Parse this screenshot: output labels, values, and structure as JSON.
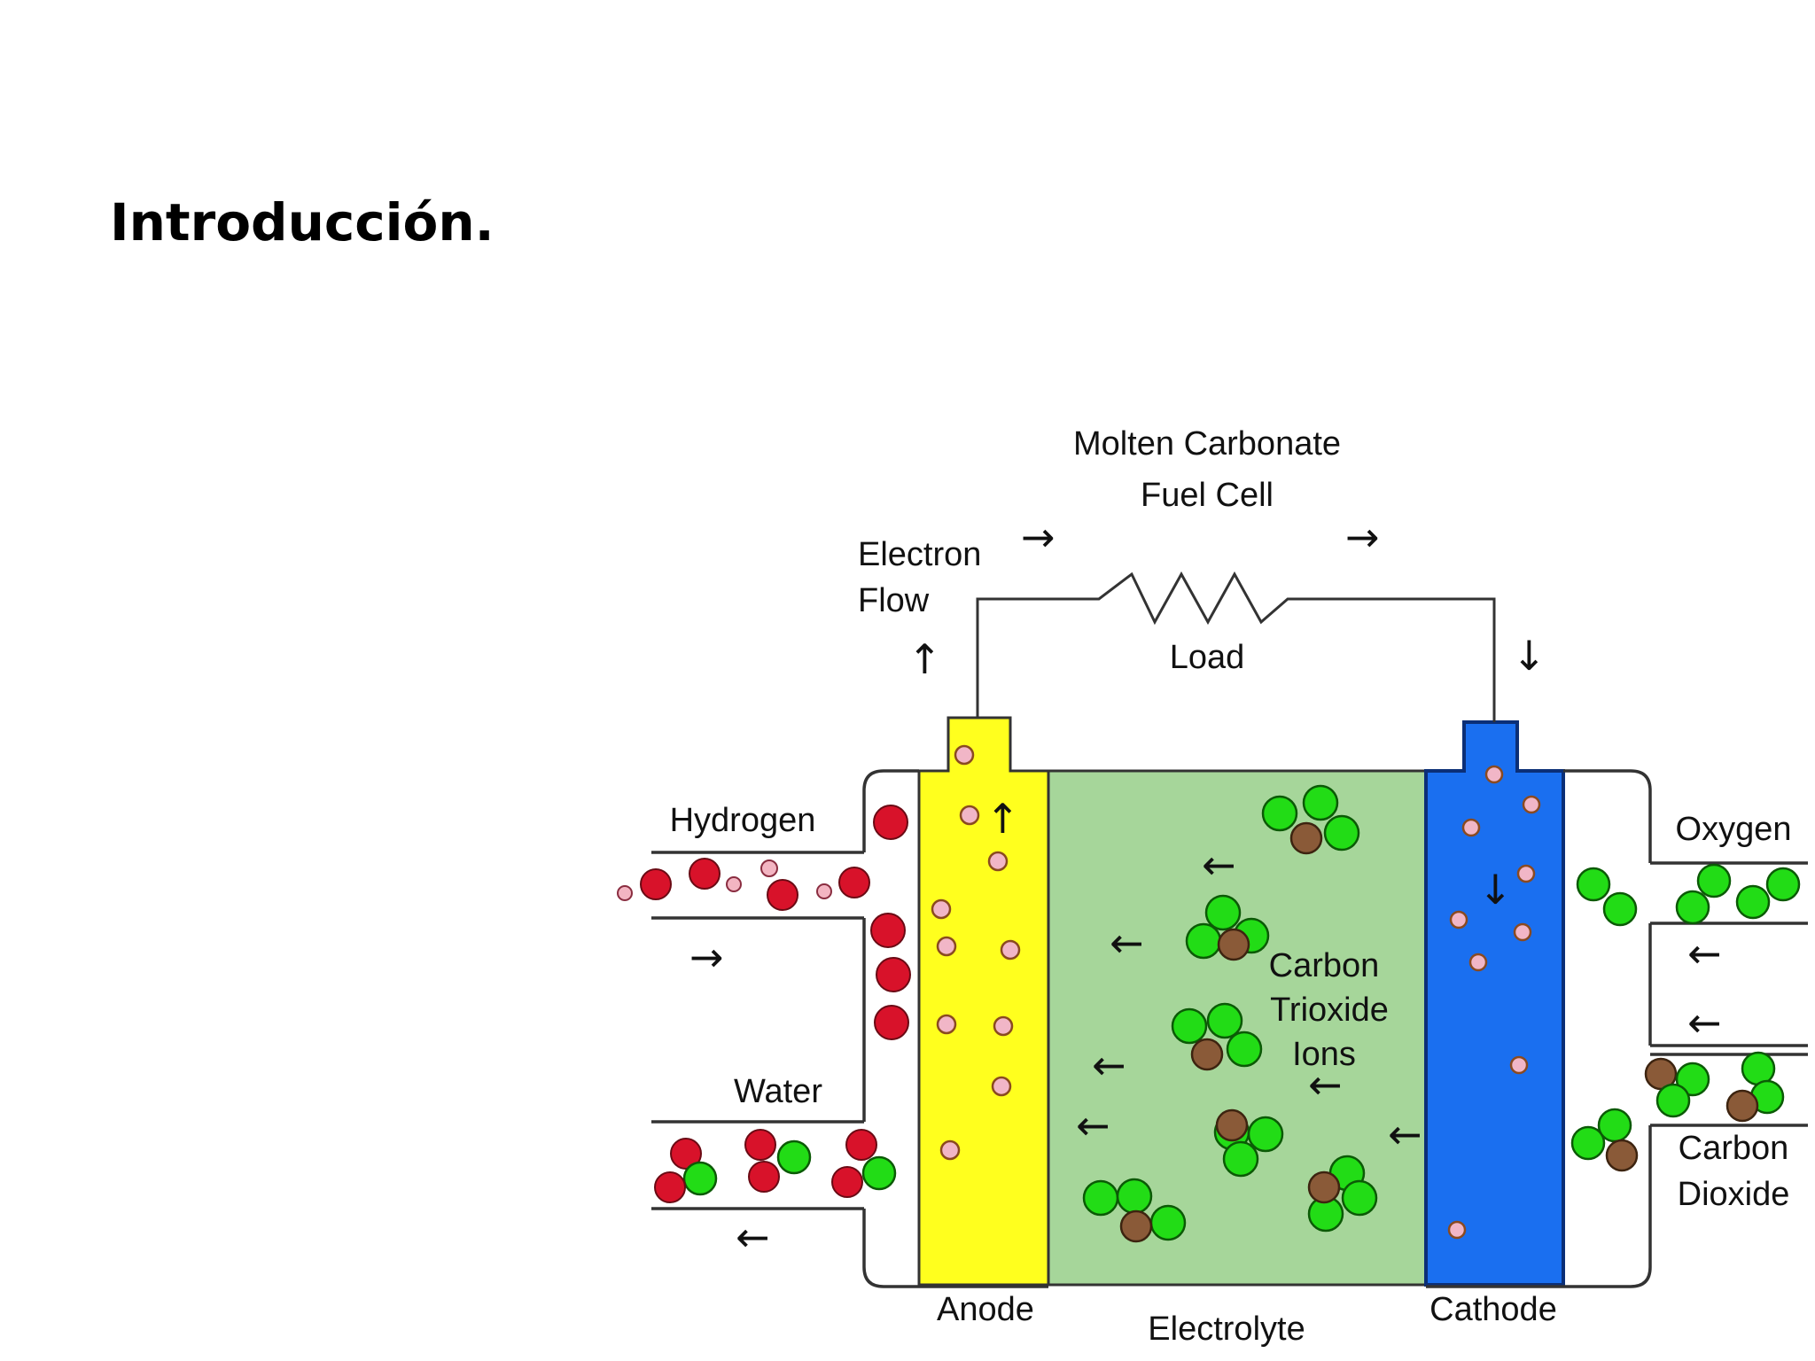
{
  "slide": {
    "title": "Introducción."
  },
  "diagram": {
    "title_line1": "Molten Carbonate",
    "title_line2": "Fuel Cell",
    "electron_flow_line1": "Electron",
    "electron_flow_line2": "Flow",
    "load": "Load",
    "hydrogen": "Hydrogen",
    "water": "Water",
    "oxygen": "Oxygen",
    "carbon_dioxide_line1": "Carbon",
    "carbon_dioxide_line2": "Dioxide",
    "ions_line1": "Carbon",
    "ions_line2": "Trioxide",
    "ions_line3": "Ions",
    "anode": "Anode",
    "electrolyte": "Electrolyte",
    "cathode": "Cathode",
    "arrow_right": "→",
    "arrow_left": "←",
    "arrow_up": "↑",
    "arrow_down": "↓"
  },
  "colors": {
    "anode": "#ffff1e",
    "electrolyte": "#a6d69a",
    "cathode": "#1a6ff0",
    "hydrogen": "#d8122a",
    "oxygen": "#22dc16",
    "carbon": "#8a5a38",
    "electron": "#f1b6c7"
  }
}
